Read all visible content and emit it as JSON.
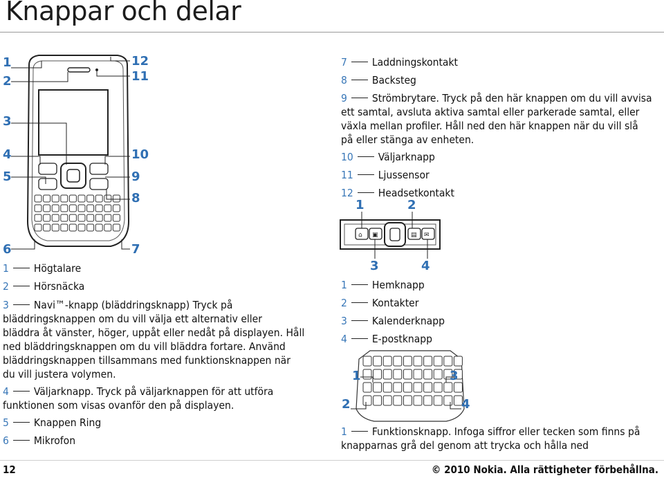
{
  "header": {
    "title": "Knappar och delar"
  },
  "phone_callouts": [
    "1",
    "2",
    "3",
    "4",
    "5",
    "6",
    "7",
    "8",
    "9",
    "10",
    "11",
    "12"
  ],
  "right_list_top": [
    {
      "num": "7",
      "text": "Laddningskontakt"
    },
    {
      "num": "8",
      "text": "Backsteg"
    }
  ],
  "item9": {
    "num": "9",
    "lines": [
      "Strömbrytare. Tryck på den här knappen om du vill avvisa",
      "ett samtal, avsluta aktiva samtal eller parkerade samtal, eller",
      "växla mellan profiler. Håll ned den här knappen när du vill slå",
      "på eller stänga av enheten."
    ]
  },
  "right_list_mid": [
    {
      "num": "10",
      "text": "Väljarknapp"
    },
    {
      "num": "11",
      "text": "Ljussensor"
    },
    {
      "num": "12",
      "text": "Headsetkontakt"
    }
  ],
  "strip_callouts": [
    "1",
    "2",
    "3",
    "4"
  ],
  "left_list": [
    {
      "num": "1",
      "text": "Högtalare"
    },
    {
      "num": "2",
      "text": "Hörsnäcka"
    }
  ],
  "item3": {
    "num": "3",
    "lines": [
      "Navi™-knapp (bläddringsknapp) Tryck på",
      "bläddringsknappen om du vill välja ett alternativ eller",
      "bläddra åt vänster, höger, uppåt eller nedåt på displayen. Håll",
      "ned bläddringsknappen om du vill bläddra fortare. Använd",
      "bläddringsknappen tillsammans med funktionsknappen när",
      "du vill justera volymen."
    ]
  },
  "item4": {
    "num": "4",
    "lines": [
      "Väljarknapp. Tryck på väljarknappen för att utföra",
      "funktionen som visas ovanför den på displayen."
    ]
  },
  "left_list_end": [
    {
      "num": "5",
      "text": "Knappen Ring"
    },
    {
      "num": "6",
      "text": "Mikrofon"
    }
  ],
  "strip_list": [
    {
      "num": "1",
      "text": "Hemknapp"
    },
    {
      "num": "2",
      "text": "Kontakter"
    },
    {
      "num": "3",
      "text": "Kalenderknapp"
    },
    {
      "num": "4",
      "text": "E-postknapp"
    }
  ],
  "keyboard_callouts": [
    "1",
    "2",
    "3",
    "4"
  ],
  "keyboard_item": {
    "num": "1",
    "lines": [
      "Funktionsknapp. Infoga siffror eller tecken som finns på",
      "knapparnas grå del genom att trycka och hålla ned"
    ]
  },
  "footer": {
    "page_number": "12",
    "copyright": "© 2010 Nokia. Alla rättigheter förbehållna."
  }
}
